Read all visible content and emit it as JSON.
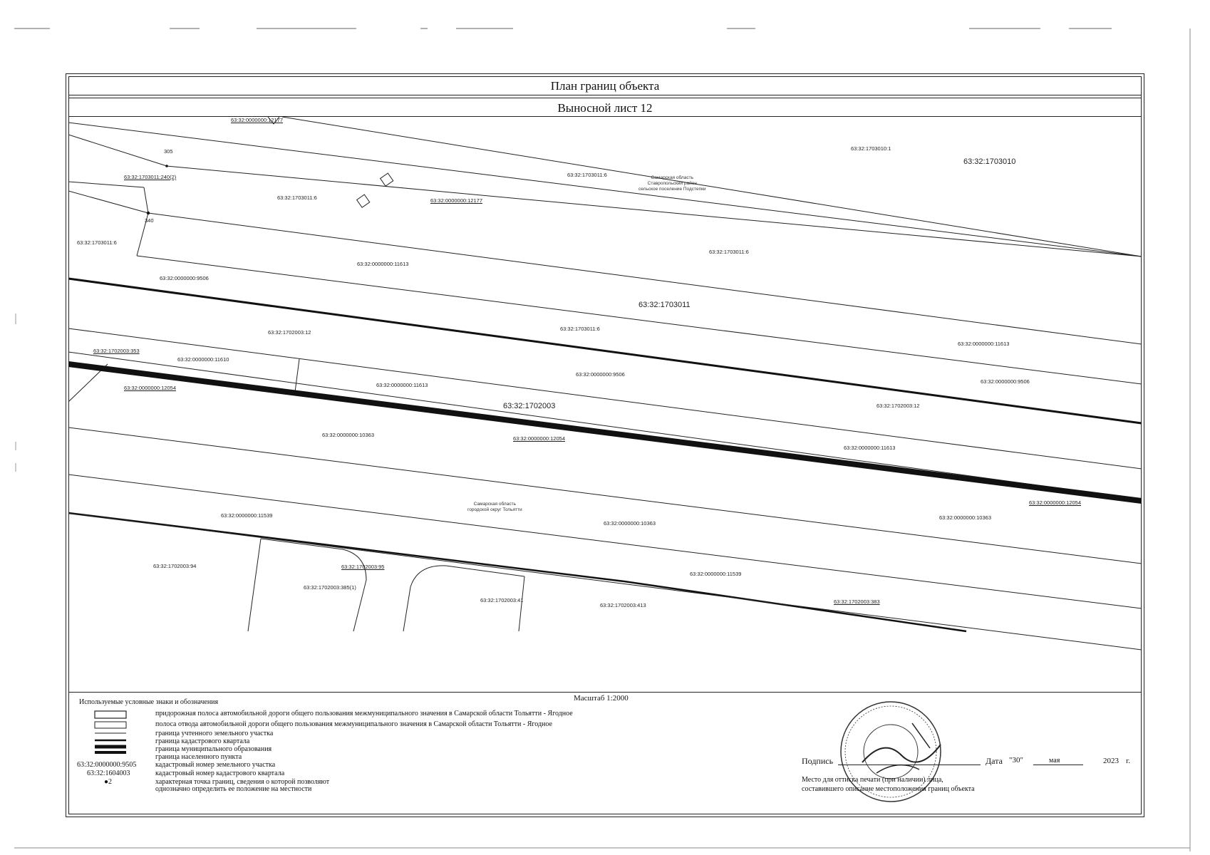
{
  "header": {
    "title": "План границ объекта",
    "subtitle": "Выносной лист 12"
  },
  "map": {
    "quarters": {
      "q_1703010": "63:32:1703010",
      "q_1703011": "63:32:1703011",
      "q_1702003": "63:32:1702003"
    },
    "parcels": {
      "p_12177_top": "63:32:0000000:12177",
      "p_point_305": "305",
      "p_1703010_1": "63:32:1703010:1",
      "p_240_2": "63:32:1703011:240(2)",
      "p_1703011_6_a": "63:32:1703011:6",
      "p_1703011_6_b": "63:32:1703011:6",
      "p_12177_mid": "63:32:0000000:12177",
      "p_point_340": "340",
      "p_1703011_6_c": "63:32:1703011:6",
      "p_1703011_6_d": "63:32:1703011:6",
      "p_11613_a": "63:32:0000000:11613",
      "p_9506_a": "63:32:0000000:9506",
      "p_1702003_12_a": "63:32:1702003:12",
      "p_1703011_6_e": "63:32:1703011:6",
      "p_11613_b": "63:32:0000000:11613",
      "p_353": "63:32:1702003:353",
      "p_11610": "63:32:0000000:11610",
      "p_9506_b": "63:32:0000000:9506",
      "p_9506_c": "63:32:0000000:9506",
      "p_12054_a": "63:32:0000000:12054",
      "p_11613_c": "63:32:0000000:11613",
      "p_1702003_12_b": "63:32:1702003:12",
      "p_10363_a": "63:32:0000000:10363",
      "p_12054_b": "63:32:0000000:12054",
      "p_11613_d": "63:32:0000000:11613",
      "p_12054_c": "63:32:0000000:12054",
      "p_11539_a": "63:32:0000000:11539",
      "p_10363_b": "63:32:0000000:10363",
      "p_10363_c": "63:32:0000000:10363",
      "p_94": "63:32:1702003:94",
      "p_95": "63:32:1702003:95",
      "p_385": "63:32:1702003:385(1)",
      "p_11539_b": "63:32:0000000:11539",
      "p_41": "63:32:1702003:41",
      "p_413": "63:32:1702003:413",
      "p_383": "63:32:1702003:383"
    },
    "regions": {
      "region_top_1": "Самарская область",
      "region_top_2": "Ставропольский район",
      "region_top_3": "сельское поселение Подстепки",
      "region_mid_1": "Самарская область",
      "region_mid_2": "городской округ Тольятти"
    }
  },
  "legend": {
    "scale": "Масштаб 1:2000",
    "title": "Используемые условные знаки и обозначения",
    "items": [
      "придорожная полоса автомобильной дороги общего пользования межмуниципального значения в Самарской области Тольятти - Ягодное",
      "полоса отвода автомобильной дороги общего пользования межмуниципального значения в Самарской области Тольятти - Ягодное",
      "граница учтенного земельного участка",
      "граница кадастрового квартала",
      "граница муниципального образования",
      "граница населенного пункта",
      "кадастровый номер земельного участка",
      "кадастровый номер кадастрового квартала",
      "характерная точка границ, сведения о которой позволяют",
      "однозначно определить ее положение на местности"
    ],
    "code_parcel": "63:32:0000000:9505",
    "code_quarter": "63:32:1604003",
    "code_point": "●2"
  },
  "signature": {
    "label": "Подпись",
    "date_label": "Дата",
    "day": "\"30\"",
    "month": "мая",
    "year": "2023",
    "year_suffix": "г.",
    "stamp_note_1": "Место для оттиска печати (при наличии) лица,",
    "stamp_note_2": "составившего описание местоположения границ объекта"
  }
}
